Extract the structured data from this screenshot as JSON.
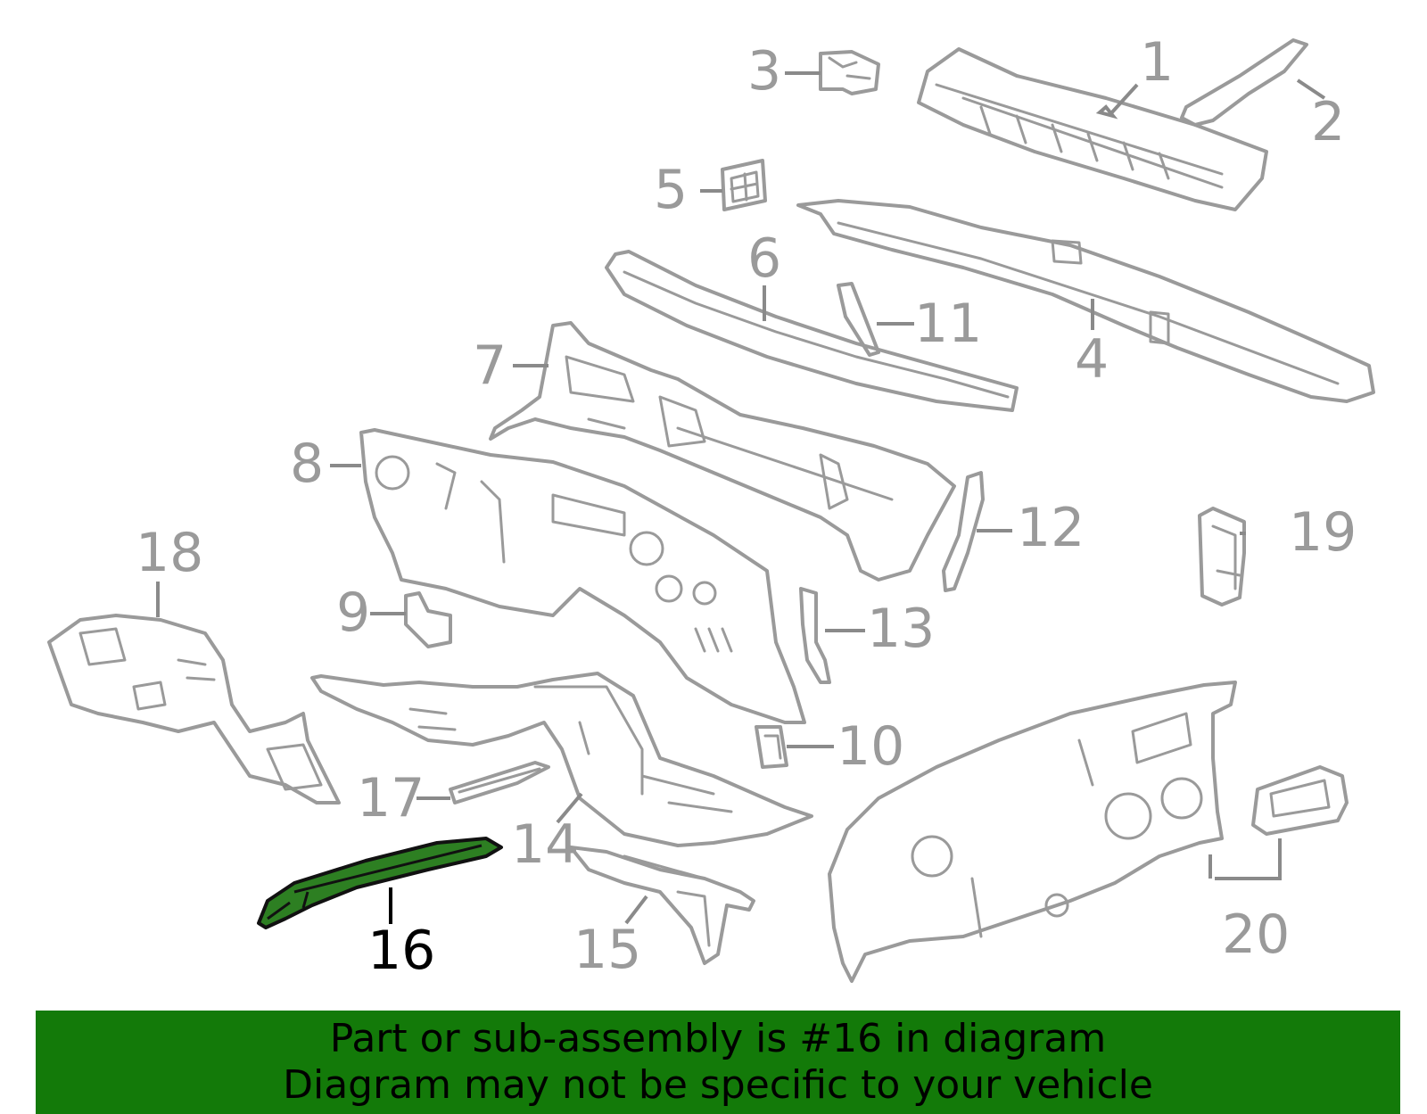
{
  "highlighted_part": "16",
  "callouts": [
    {
      "id": "1",
      "label": "1"
    },
    {
      "id": "2",
      "label": "2"
    },
    {
      "id": "3",
      "label": "3"
    },
    {
      "id": "4",
      "label": "4"
    },
    {
      "id": "5",
      "label": "5"
    },
    {
      "id": "6",
      "label": "6"
    },
    {
      "id": "7",
      "label": "7"
    },
    {
      "id": "8",
      "label": "8"
    },
    {
      "id": "9",
      "label": "9"
    },
    {
      "id": "10",
      "label": "10"
    },
    {
      "id": "11",
      "label": "11"
    },
    {
      "id": "12",
      "label": "12"
    },
    {
      "id": "13",
      "label": "13"
    },
    {
      "id": "14",
      "label": "14"
    },
    {
      "id": "15",
      "label": "15"
    },
    {
      "id": "16",
      "label": "16"
    },
    {
      "id": "17",
      "label": "17"
    },
    {
      "id": "18",
      "label": "18"
    },
    {
      "id": "19",
      "label": "19"
    },
    {
      "id": "20",
      "label": "20"
    }
  ],
  "banner": {
    "line1": "Part or sub-assembly is #16 in diagram",
    "line2": "Diagram may not be specific to your vehicle",
    "color": "#137a09"
  },
  "colors": {
    "part_outline": "#9a9a9a",
    "highlight_fill": "#2d7f22"
  }
}
